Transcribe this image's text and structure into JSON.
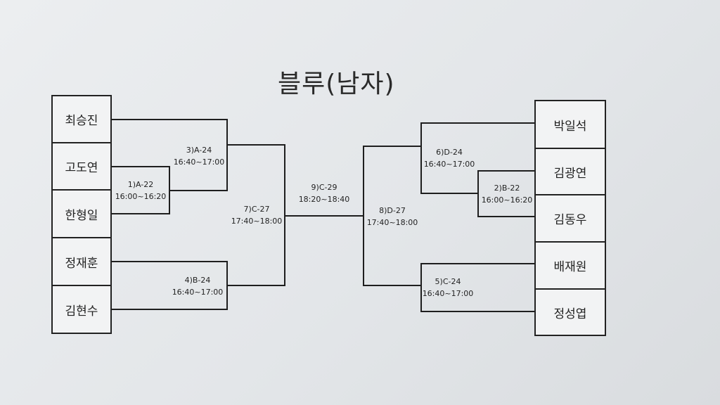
{
  "title": "블루(남자)",
  "players": {
    "left": [
      "최승진",
      "고도연",
      "한형일",
      "정재훈",
      "김현수"
    ],
    "right": [
      "박일석",
      "김광연",
      "김동우",
      "배재원",
      "정성엽"
    ]
  },
  "matches": {
    "m1": {
      "code": "1)A-22",
      "time": "16:00~16:20"
    },
    "m2": {
      "code": "2)B-22",
      "time": "16:00~16:20"
    },
    "m3": {
      "code": "3)A-24",
      "time": "16:40~17:00"
    },
    "m4": {
      "code": "4)B-24",
      "time": "16:40~17:00"
    },
    "m5": {
      "code": "5)C-24",
      "time": "16:40~17:00"
    },
    "m6": {
      "code": "6)D-24",
      "time": "16:40~17:00"
    },
    "m7": {
      "code": "7)C-27",
      "time": "17:40~18:00"
    },
    "m8": {
      "code": "8)D-27",
      "time": "17:40~18:00"
    },
    "m9": {
      "code": "9)C-29",
      "time": "18:20~18:40"
    }
  }
}
